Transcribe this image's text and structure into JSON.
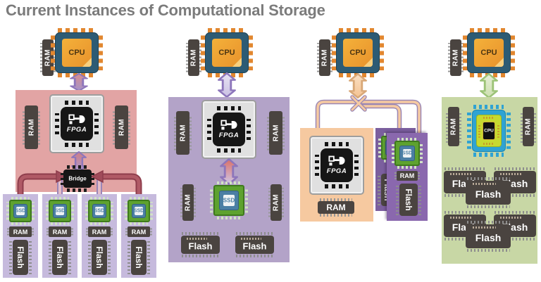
{
  "title": "Current Instances of Computational Storage",
  "labels": {
    "cpu": "CPU",
    "ram": "RAM",
    "fpga": "FPGA",
    "ssd": "SSD",
    "flash": "Flash",
    "bridge": "Bridge"
  },
  "colors": {
    "title_text": "#7b7b7b",
    "arch1_panel": "#e2a4a4",
    "arch1_drive_column": "#c6badd",
    "arch2_panel": "#b3a3c8",
    "arch3_fpga_panel": "#f6c9a0",
    "arch3_drive_card_back": "#7b5f9e",
    "arch3_drive_card_front": "#8a68ae",
    "arch4_panel": "#c8d7a5",
    "cpu_body": "#2d5b74",
    "cpu_pins": "#e2872f",
    "ram_flash_body": "#4a4440",
    "fpga_core": "#161616",
    "ssd_green": "#5ea22f",
    "ssd_controller": "#4b7fa4",
    "embedded_cpu_blue": "#2fa3d3",
    "embedded_cpu_lime": "#c6d930",
    "bridge_bus_maroon": "#a04b5a",
    "bus_tube_peach": "#f6caa2",
    "bus_tube_outline": "#9a86b4"
  },
  "architectures": [
    {
      "host": [
        "RAM",
        "CPU"
      ],
      "accelerator": "FPGA",
      "accelerator_ram": 2,
      "bridge": "Bridge",
      "drives": 4,
      "drive_parts": [
        "SSD",
        "RAM",
        "Flash"
      ]
    },
    {
      "host": [
        "RAM",
        "CPU"
      ],
      "accelerator": "FPGA",
      "accelerator_ram": 2,
      "drive_parts": [
        "RAM",
        "SSD",
        "RAM",
        "Flash",
        "Flash"
      ]
    },
    {
      "host": [
        "RAM",
        "CPU"
      ],
      "accelerator": "FPGA",
      "accelerator_ram": 1,
      "drives": 2,
      "drive_parts": [
        "SSD",
        "RAM",
        "Flash"
      ]
    },
    {
      "host": [
        "RAM",
        "CPU"
      ],
      "accelerator": "CPU",
      "accelerator_ram": 2,
      "flash_chips": 6
    }
  ]
}
